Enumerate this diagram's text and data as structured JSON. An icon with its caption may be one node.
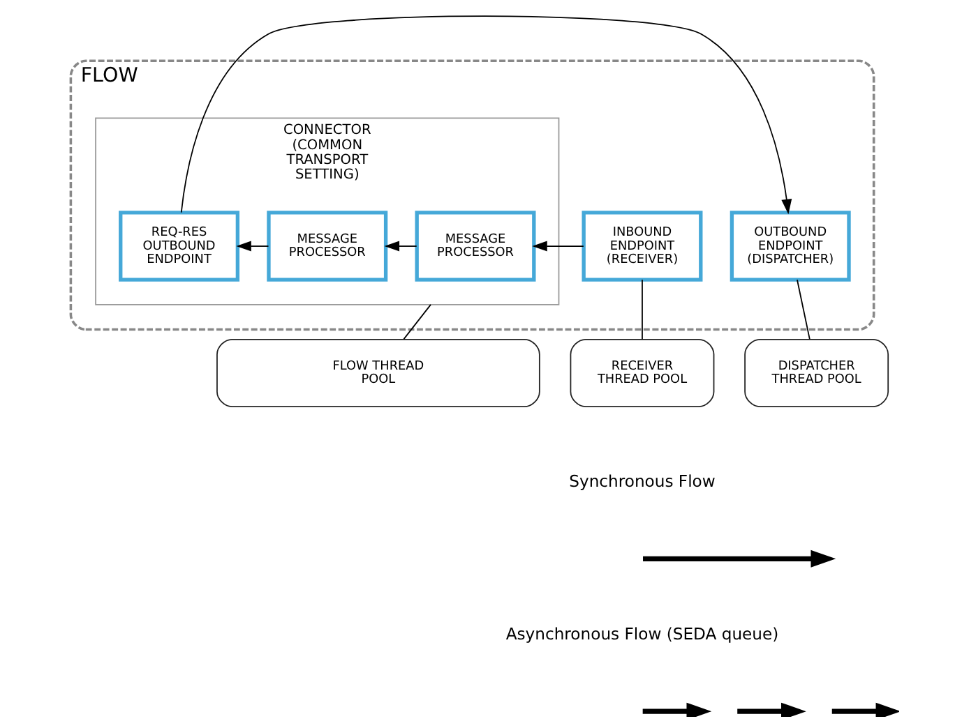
{
  "diagram": {
    "nodes": [
      {
        "text": [
          "FLOW"
        ]
      },
      {
        "text": [
          "CONNECTOR (COMMON TRANSPORT SETTING)"
        ],
        "in": 0
      },
      {
        "text": [
          "INBOUND ENDPOINT (RECEIVER)"
        ],
        "in": 0
      },
      {
        "text": [
          "MESSAGE PROCESSOR"
        ],
        "in": 1
      },
      {
        "text": [
          "MESSAGE PROCESSOR"
        ],
        "in": 1
      },
      {
        "text": [
          "REQ-RES OUTBOUND ENDPOINT"
        ],
        "in": 1
      },
      {
        "text": [
          "OUTBOUND ENDPOINT (DISPATCHER)"
        ],
        "in": 0
      },
      {
        "text": [
          "RECEIVER THREAD POOL"
        ]
      },
      {
        "text": [
          "FLOW THREAD POOL"
        ]
      },
      {
        "text": [
          "DISPATCHER THREAD POOL"
        ]
      }
    ],
    "edges": [
      {
        "from": 2,
        "to": 3,
        "arrow": "to"
      },
      {
        "from": 3,
        "to": 4,
        "arrow": "to"
      },
      {
        "from": 4,
        "to": 5,
        "arrow": "to"
      },
      {
        "from": 5,
        "to": 6,
        "arrow": "to"
      },
      {
        "from": 2,
        "to": 7,
        "arrow": "none"
      },
      {
        "from": 1,
        "to": 8,
        "arrow": "none"
      },
      {
        "from": 6,
        "to": 9,
        "arrow": "none"
      }
    ],
    "legend": [
      {
        "text": "Synchronous Flow"
      },
      {
        "text": "Asynchronous Flow (SEDA queue)"
      }
    ]
  }
}
